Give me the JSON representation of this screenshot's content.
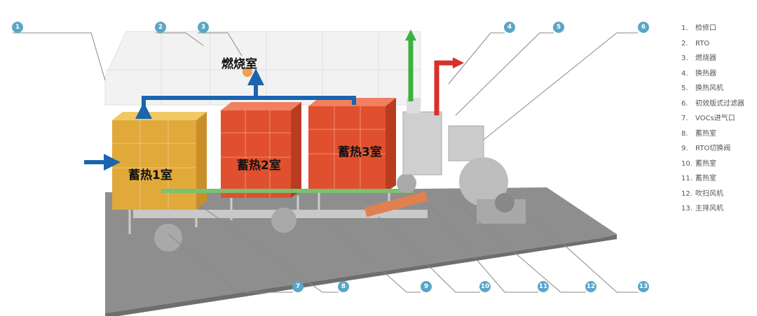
{
  "diagram": {
    "labels": {
      "combustion_chamber": "燃烧室",
      "chamber1": "蓄热1室",
      "chamber2": "蓄热2室",
      "chamber3": "蓄热3室"
    },
    "callouts_top": [
      "1",
      "2",
      "3",
      "4",
      "5",
      "6"
    ],
    "callouts_bottom": [
      "7",
      "8",
      "9",
      "10",
      "11",
      "12",
      "13"
    ],
    "colors": {
      "badge": "#5aa6c6",
      "chamber1": "#e0a93a",
      "chamber_red": "#e0502e",
      "flow_blue": "#1a64b0",
      "exhaust_green": "#3cb043",
      "exhaust_red": "#d8302a",
      "floor": "#8e8e8e"
    }
  },
  "legend": [
    {
      "num": "1.",
      "text": "检修口"
    },
    {
      "num": "2.",
      "text": "RTO"
    },
    {
      "num": "3.",
      "text": "燃烧器"
    },
    {
      "num": "4.",
      "text": "换热器"
    },
    {
      "num": "5.",
      "text": "换热风机"
    },
    {
      "num": "6.",
      "text": "初效版式过滤器"
    },
    {
      "num": "7.",
      "text": "VOCs进气口"
    },
    {
      "num": "8.",
      "text": "蓄热室"
    },
    {
      "num": "9.",
      "text": "RTO切换阀"
    },
    {
      "num": "10.",
      "text": "蓄热室"
    },
    {
      "num": "11.",
      "text": "蓄热室"
    },
    {
      "num": "12.",
      "text": "吹扫风机"
    },
    {
      "num": "13.",
      "text": "主排风机"
    }
  ]
}
